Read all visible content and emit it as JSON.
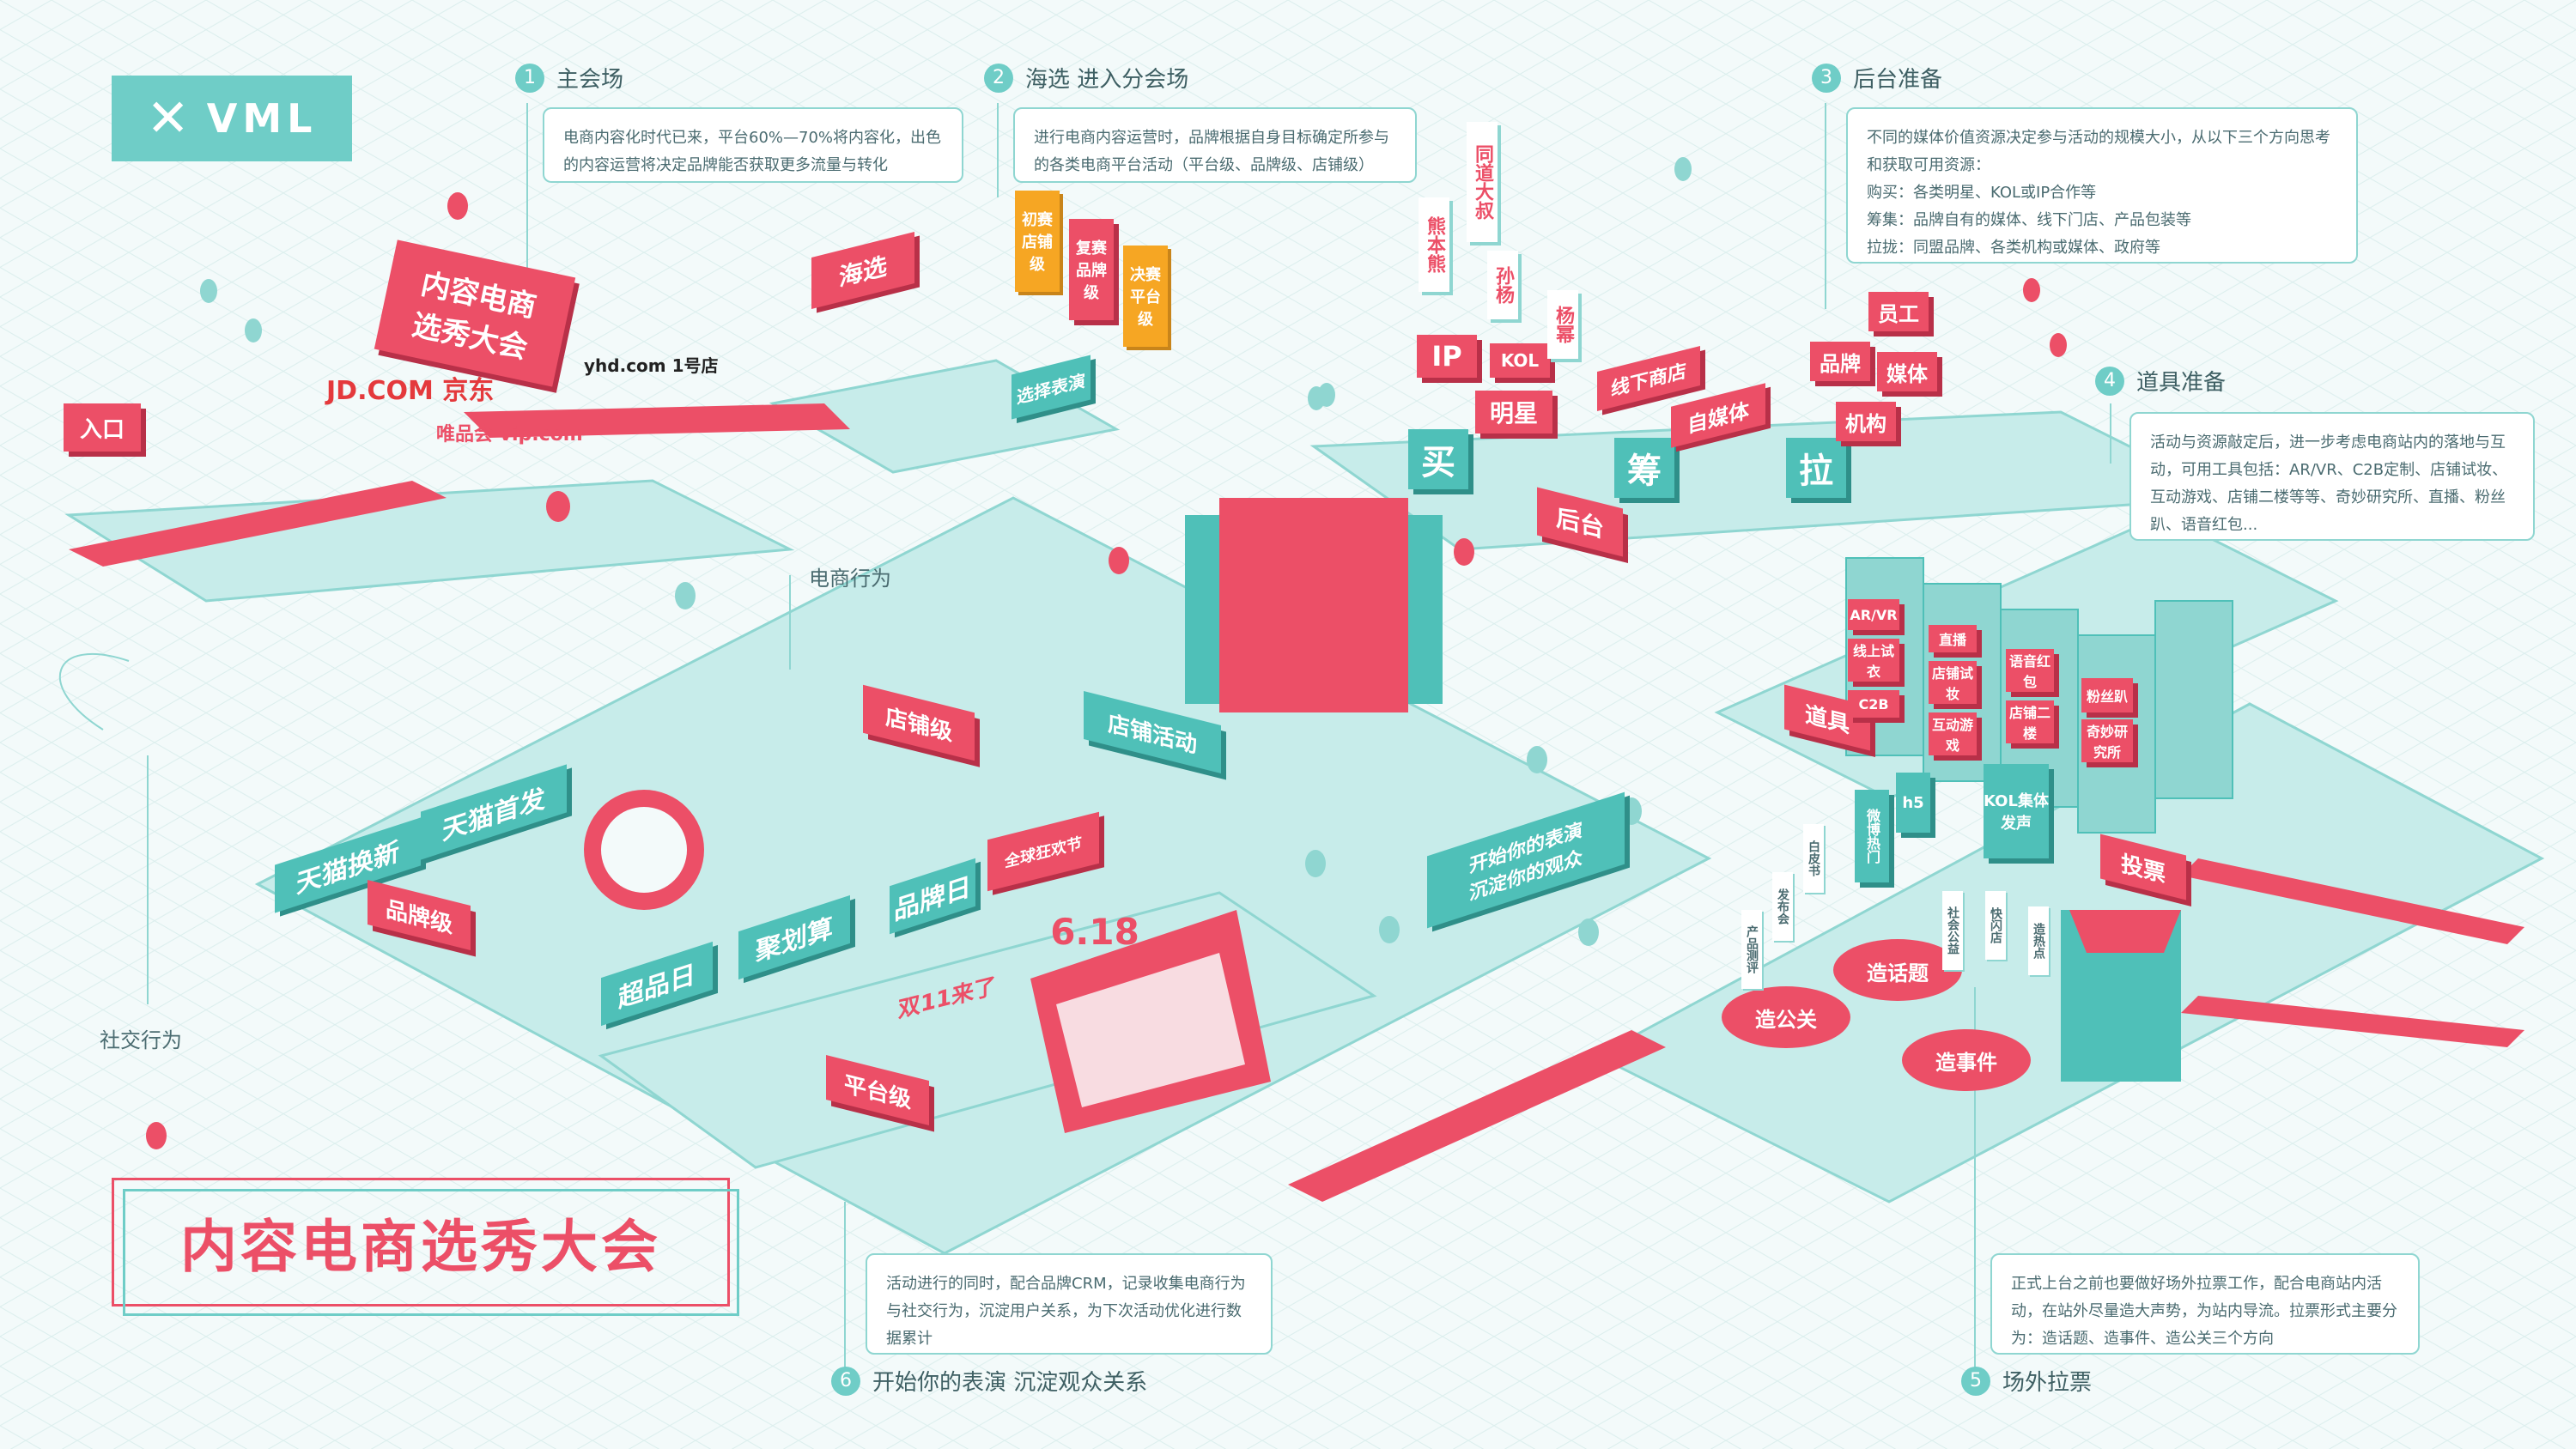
{
  "logo": {
    "text": "VML"
  },
  "steps": [
    {
      "num": "1",
      "title": "主会场",
      "note": "电商内容化时代已来，平台60%—70%将内容化，出色的内容运营将决定品牌能否获取更多流量与转化"
    },
    {
      "num": "2",
      "title": "海选  进入分会场",
      "note": "进行电商内容运营时，品牌根据自身目标确定所参与的各类电商平台活动（平台级、品牌级、店铺级）"
    },
    {
      "num": "3",
      "title": "后台准备",
      "note": "不同的媒体价值资源决定参与活动的规模大小，从以下三个方向思考和获取可用资源：\n购买：各类明星、KOL或IP合作等\n筹集：品牌自有的媒体、线下门店、产品包装等\n拉拢：同盟品牌、各类机构或媒体、政府等"
    },
    {
      "num": "4",
      "title": "道具准备",
      "note": "活动与资源敲定后，进一步考虑电商站内的落地与互动，可用工具包括：AR/VR、C2B定制、店铺试妆、互动游戏、店铺二楼等等、奇妙研究所、直播、粉丝趴、语音红包..."
    },
    {
      "num": "5",
      "title": "场外拉票",
      "note": "正式上台之前也要做好场外拉票工作，配合电商站内活动，在站外尽量造大声势，为站内导流。拉票形式主要分为：造话题、造事件、造公关三个方向"
    },
    {
      "num": "6",
      "title": "开始你的表演  沉淀观众关系",
      "note": "活动进行的同时，配合品牌CRM，记录收集电商行为与社交行为，沉淀用户关系，为下次活动优化进行数据累计"
    }
  ],
  "labels": {
    "ecommerce_behavior": "电商行为",
    "social_behavior": "社交行为"
  },
  "signs": {
    "entrance": "入口",
    "main_stage": "内容电商\n选秀大会",
    "audition": "海选",
    "choose_show": "选择表演",
    "flag_1": "初赛\n店铺级",
    "flag_2": "复赛\n品牌级",
    "flag_3": "决赛\n平台级",
    "backstage": "后台",
    "buy": "买",
    "raise": "筹",
    "pull": "拉",
    "ip": "IP",
    "kol": "KOL",
    "star": "明星",
    "offline_store": "线下商店",
    "self_media": "自媒体",
    "brand": "品牌",
    "staff": "员工",
    "media": "媒体",
    "institution": "机构",
    "xiong_ben_xiong": "熊本熊",
    "tong_dao_da_shu": "同道大叔",
    "sun_yang": "孙杨",
    "yang_mi": "杨幂",
    "props": "道具",
    "store_level": "店铺级",
    "store_activity": "店铺活动",
    "brand_level": "品牌级",
    "tmall_new": "天猫换新",
    "tmall_first": "天猫首发",
    "super_brand_day": "超品日",
    "juhuasuan": "聚划算",
    "brand_day": "品牌日",
    "platform_level": "平台级",
    "global_carnival": "全球狂欢节",
    "six_eighteen": "6.18",
    "double_eleven": "双11来了",
    "start_show": "开始你的表演\n沉淀你的观众",
    "vote": "投票",
    "make_topic": "造话题",
    "make_event": "造事件",
    "make_pr": "造公关"
  },
  "props_tags": [
    "AR/VR",
    "线上试衣",
    "C2B",
    "直播",
    "店铺试妆",
    "互动游戏",
    "语音红包",
    "店铺二楼",
    "粉丝趴",
    "奇妙研究所"
  ],
  "vote_tags": [
    "产品测评",
    "发布会",
    "白皮书",
    "微博热门",
    "h5",
    "KOL集体发声",
    "社会公益",
    "快闪店",
    "造热点"
  ],
  "platforms": [
    "JD.COM 京东",
    "唯品会 vip.com",
    "yhd.com 1号店"
  ],
  "main_title": "内容电商选秀大会",
  "colors": {
    "teal": "#6fcdc7",
    "teal_dark": "#4fc0b8",
    "red": "#ec4f67",
    "bg": "#f3fafa"
  }
}
